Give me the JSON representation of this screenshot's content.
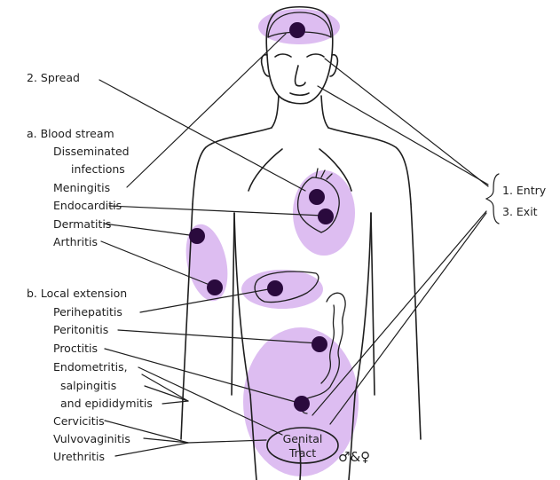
{
  "labels": {
    "spread": "2. Spread",
    "blood_stream": "a. Blood stream",
    "disseminated_1": "Disseminated",
    "disseminated_2": "infections",
    "meningitis": "Meningitis",
    "endocarditis": "Endocarditis",
    "dermatitis": "Dermatitis",
    "arthritis": "Arthritis",
    "local_extension": "b. Local extension",
    "perihepatitis": "Perihepatitis",
    "peritonitis": "Peritonitis",
    "proctitis": "Proctitis",
    "endometritis": "Endometritis,",
    "salpingitis": "salpingitis",
    "epididymitis": "and epididymitis",
    "cervicitis": "Cervicitis",
    "vulvovaginitis": "Vulvovaginitis",
    "urethritis": "Urethritis",
    "entry": "1. Entry",
    "exit": "3. Exit",
    "genital_1": "Genital",
    "genital_2": "Tract",
    "sex_symbols": "♂&♀"
  },
  "colors": {
    "highlight": "#d9b6f0",
    "dot": "#2a0a3d",
    "line": "#1e1e1e"
  }
}
